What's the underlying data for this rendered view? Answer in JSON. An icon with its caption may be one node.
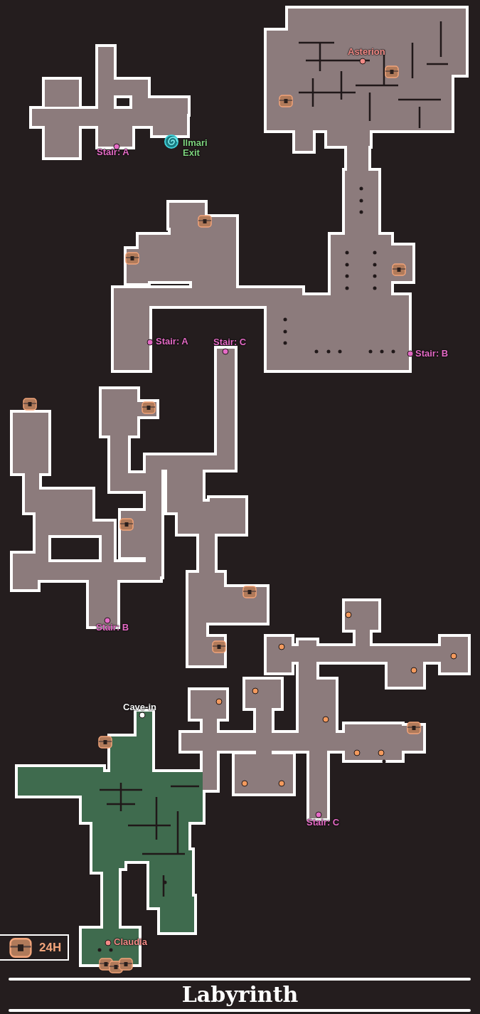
{
  "diagram": {
    "title": "Labyrinth",
    "labels": [
      "Asterion",
      "Stair: A",
      "Ilmari Exit",
      "Stair: A",
      "Stair: C",
      "Stair: B",
      "Stair: B",
      "Cave-in",
      "Stair: C",
      "Claudia"
    ],
    "legend": [
      {
        "text": "24H"
      }
    ]
  }
}
